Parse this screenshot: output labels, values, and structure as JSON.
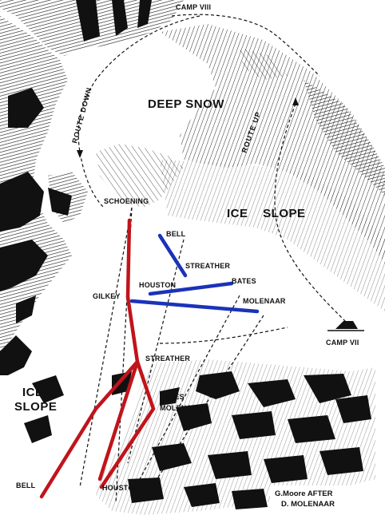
{
  "map": {
    "camps": {
      "camp_viii": "CAMP VIII",
      "camp_vii": "CAMP VII"
    },
    "areas": {
      "deep_snow": "DEEP SNOW",
      "ice_slope_upper": "ICE SLOPE",
      "ice_slope_left_line1": "ICE",
      "ice_slope_left_line2": "SLOPE"
    },
    "routes": {
      "route_down": "ROUTE DOWN",
      "route_up": "ROUTE UP"
    },
    "climbers_upper": {
      "schoening": "SCHOENING",
      "bell": "BELL",
      "streather": "STREATHER",
      "houston": "HOUSTON",
      "bates": "BATES",
      "gilkey": "GILKEY",
      "molenaar": "MOLENAAR"
    },
    "climbers_lower": {
      "streather": "STREATHER",
      "bates": "BATES",
      "molenaar": "MOLENAAR",
      "bell": "BELL",
      "houston": "HOUSTON"
    },
    "credit": {
      "line1": "G.Moore AFTER",
      "line2": "D. MOLENAAR"
    },
    "colors": {
      "rope_red": "#c0141b",
      "rope_blue": "#1a33b8",
      "ink": "#111111",
      "paper": "#ffffff"
    }
  }
}
